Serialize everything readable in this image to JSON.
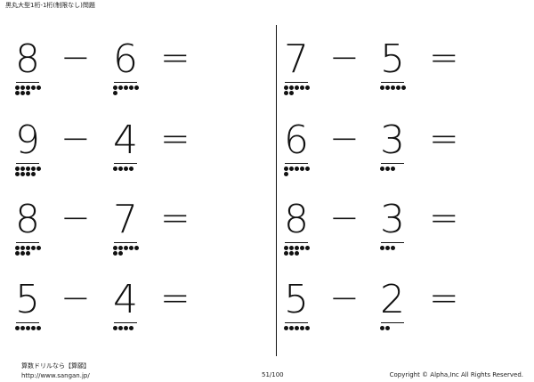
{
  "header": {
    "title": "黒丸大型1桁-1桁(制限なし)問題"
  },
  "problems": [
    {
      "minuend": "8",
      "subtrahend": "6",
      "minuend_count": 8,
      "subtrahend_count": 6
    },
    {
      "minuend": "7",
      "subtrahend": "5",
      "minuend_count": 7,
      "subtrahend_count": 5
    },
    {
      "minuend": "9",
      "subtrahend": "4",
      "minuend_count": 9,
      "subtrahend_count": 4
    },
    {
      "minuend": "6",
      "subtrahend": "3",
      "minuend_count": 6,
      "subtrahend_count": 3
    },
    {
      "minuend": "8",
      "subtrahend": "7",
      "minuend_count": 8,
      "subtrahend_count": 7
    },
    {
      "minuend": "8",
      "subtrahend": "3",
      "minuend_count": 8,
      "subtrahend_count": 3
    },
    {
      "minuend": "5",
      "subtrahend": "4",
      "minuend_count": 5,
      "subtrahend_count": 4
    },
    {
      "minuend": "5",
      "subtrahend": "2",
      "minuend_count": 5,
      "subtrahend_count": 2
    }
  ],
  "symbols": {
    "minus": "−",
    "equals": "="
  },
  "footer": {
    "site_name": "算数ドリルなら【算願】",
    "url": "http://www.sangan.jp/",
    "page": "51/100",
    "copyright": "Copyright © Alpha,Inc All Rights Reserved."
  }
}
